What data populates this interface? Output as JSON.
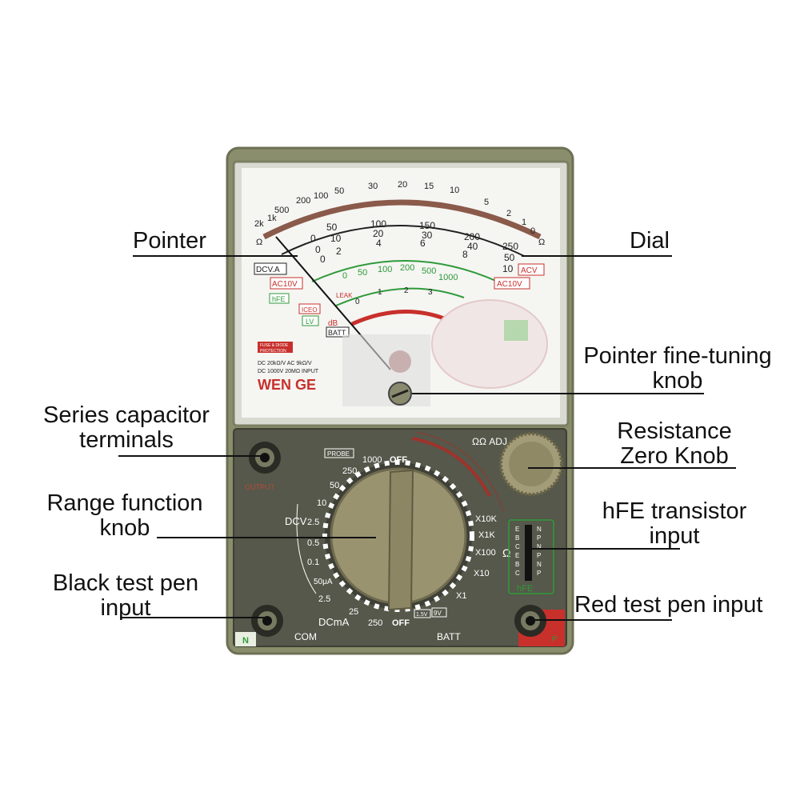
{
  "labels": {
    "pointer": "Pointer",
    "dial": "Dial",
    "fine_tune_line1": "Pointer fine-tuning",
    "fine_tune_line2": "knob",
    "series_cap_line1": "Series capacitor",
    "series_cap_line2": "terminals",
    "zero_knob_line1": "Resistance",
    "zero_knob_line2": "Zero Knob",
    "range_knob_line1": "Range function",
    "range_knob_line2": "knob",
    "hfe_line1": "hFE transistor",
    "hfe_line2": "input",
    "black_pen_line1": "Black test pen",
    "black_pen_line2": "input",
    "red_pen": "Red test pen input"
  },
  "meter": {
    "brand": "WEN GE",
    "spec_line1": "DC 20kΩ/V  AC 9kΩ/V",
    "spec_line2": "DC 1000V 20MΩ INPUT",
    "badge_line1": "FUSE & DIODE",
    "badge_line2": "PROTECTION",
    "ohm_scale": [
      "2k",
      "1k",
      "500",
      "200",
      "100",
      "50",
      "30",
      "20",
      "15",
      "10",
      "5",
      "2",
      "1",
      "0"
    ],
    "ohm_symbol": "Ω",
    "volt_scale_1": [
      "0",
      "50",
      "100",
      "150",
      "200",
      "250"
    ],
    "volt_scale_2": [
      "0",
      "10",
      "20",
      "30",
      "40",
      "50"
    ],
    "volt_scale_3": [
      "0",
      "2",
      "4",
      "6",
      "8",
      "10"
    ],
    "ac_scale": [
      "0",
      "50",
      "100",
      "200",
      "500",
      "1000"
    ],
    "lv_scale": [
      "0",
      "1",
      "2",
      "3"
    ],
    "dcva": "DCV.A",
    "acv": "ACV",
    "ac10v": "AC10V",
    "hfe_tag": "hFE",
    "iceo": "ICEO",
    "lv": "LV",
    "db": "dB",
    "batt": "BATT",
    "leak": "LEAK"
  },
  "panel": {
    "ohm_adj": "ΩΩ ADJ",
    "probe": "PROBE",
    "off_top": "OFF",
    "off_bottom": "OFF",
    "dcv_label": "DCV",
    "dcv_ranges": [
      "1000",
      "250",
      "50",
      "10",
      "2.5",
      "0.5",
      "0.1"
    ],
    "dcma_label": "DCmA",
    "dcma_ranges": [
      "50μA",
      "2.5",
      "25",
      "250"
    ],
    "ohm_ranges": [
      "X10K",
      "X1K",
      "X100",
      "X10",
      "X1"
    ],
    "ohm_symbol": "Ω",
    "batt_label": "BATT",
    "batt_9v": "9V",
    "batt_15v": "1.5V",
    "com": "COM",
    "n_mark": "N",
    "p_mark": "P",
    "hfe_panel": "hFE",
    "hfe_pins_left": [
      "E",
      "B",
      "C",
      "E",
      "B",
      "C"
    ],
    "hfe_pins_right": [
      "N",
      "P",
      "N",
      "P",
      "N",
      "P"
    ],
    "output": "OUTPUT"
  },
  "colors": {
    "case": "#8a8d6a",
    "panel": "#55584a",
    "knob": "#9a9370",
    "dial_face": "#f4f4f2",
    "red_scale": "#c8302c",
    "green_scale": "#2f9a3a",
    "black_scale": "#222222"
  }
}
